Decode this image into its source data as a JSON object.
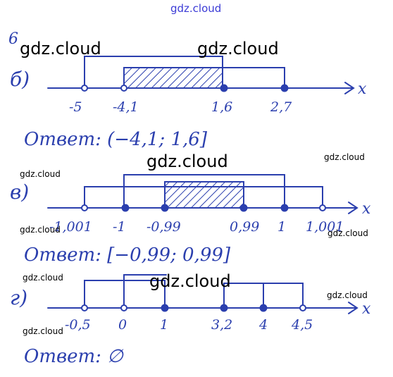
{
  "page_number": "6",
  "parts": [
    {
      "label": "б)",
      "ticks": [
        "-5",
        "-4,1",
        "1,6",
        "2,7"
      ],
      "answer": "Ответ: (−4,1; 1,6]"
    },
    {
      "label": "в)",
      "ticks": [
        "-1,001",
        "-1",
        "-0,99",
        "0,99",
        "1",
        "1,001"
      ],
      "answer": "Ответ: [−0,99; 0,99]"
    },
    {
      "label": "г)",
      "ticks": [
        "-0,5",
        "0",
        "1",
        "3,2",
        "4",
        "4,5"
      ],
      "answer": "Ответ: ∅"
    }
  ],
  "axis_label": "x",
  "watermarks": {
    "top": "gdz.cloud",
    "big": "gdz.cloud",
    "small": "gdz.cloud"
  },
  "colors": {
    "ink": "#2b3fae",
    "watermark": "#000000"
  }
}
